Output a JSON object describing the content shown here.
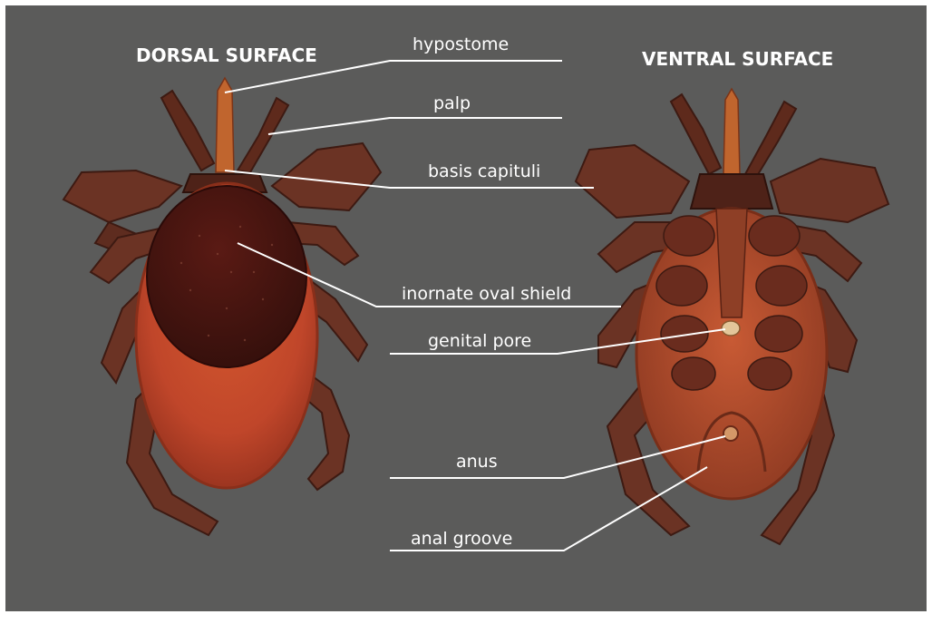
{
  "figure": {
    "background": "#5b5b5a",
    "body_color": "#c4482a",
    "shield_color": "#4a1410",
    "leg_color": "#6b3324",
    "leader_color": "#ffffff"
  },
  "titles": {
    "dorsal": "DORSAL SURFACE",
    "ventral": "VENTRAL SURFACE"
  },
  "labels": {
    "hypostome": "hypostome",
    "palp": "palp",
    "basis_capituli": "basis capituli",
    "shield": "inornate oval shield",
    "genital_pore": "genital pore",
    "anus": "anus",
    "anal_groove": "anal groove"
  }
}
